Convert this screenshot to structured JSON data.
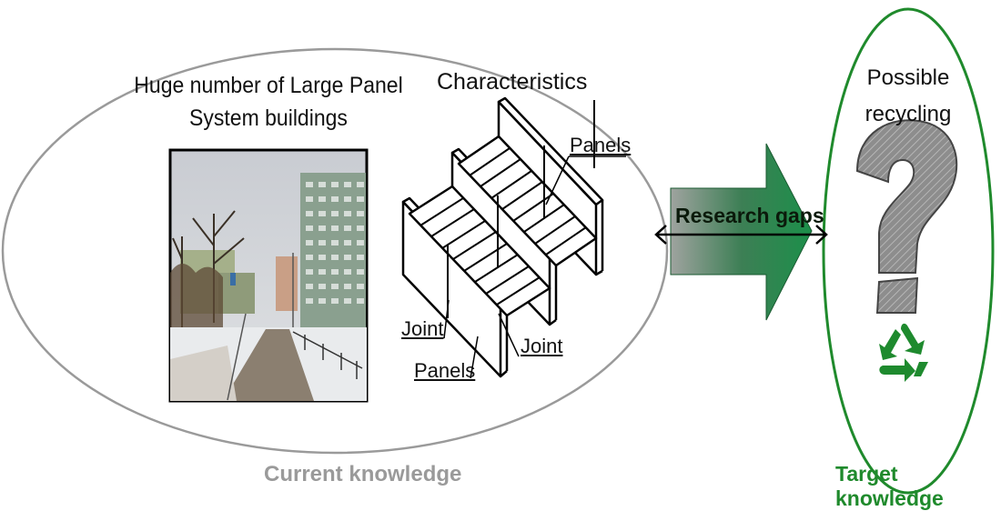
{
  "current": {
    "heading": "Huge number of Large Panel System buildings",
    "characteristics": "Characteristics",
    "panels_top": "Panels",
    "panels_bottom": "Panels",
    "joint_left": "Joint",
    "joint_right": "Joint",
    "footer": "Current knowledge"
  },
  "gaps": {
    "label": "Research gaps"
  },
  "target": {
    "heading": "Possible recycling",
    "footer": "Target knowledge"
  },
  "icons": {
    "photo": "building-photo",
    "structure": "panel-structure-diagram",
    "question": "question-mark-icon",
    "recycle": "recycle-icon"
  },
  "colors": {
    "current_ellipse": "#9a9a9a",
    "target_ellipse": "#1f8a2c",
    "arrow_green": "#1e8a4a",
    "target_text": "#1f8a2c",
    "current_text": "#9a9a9a"
  }
}
